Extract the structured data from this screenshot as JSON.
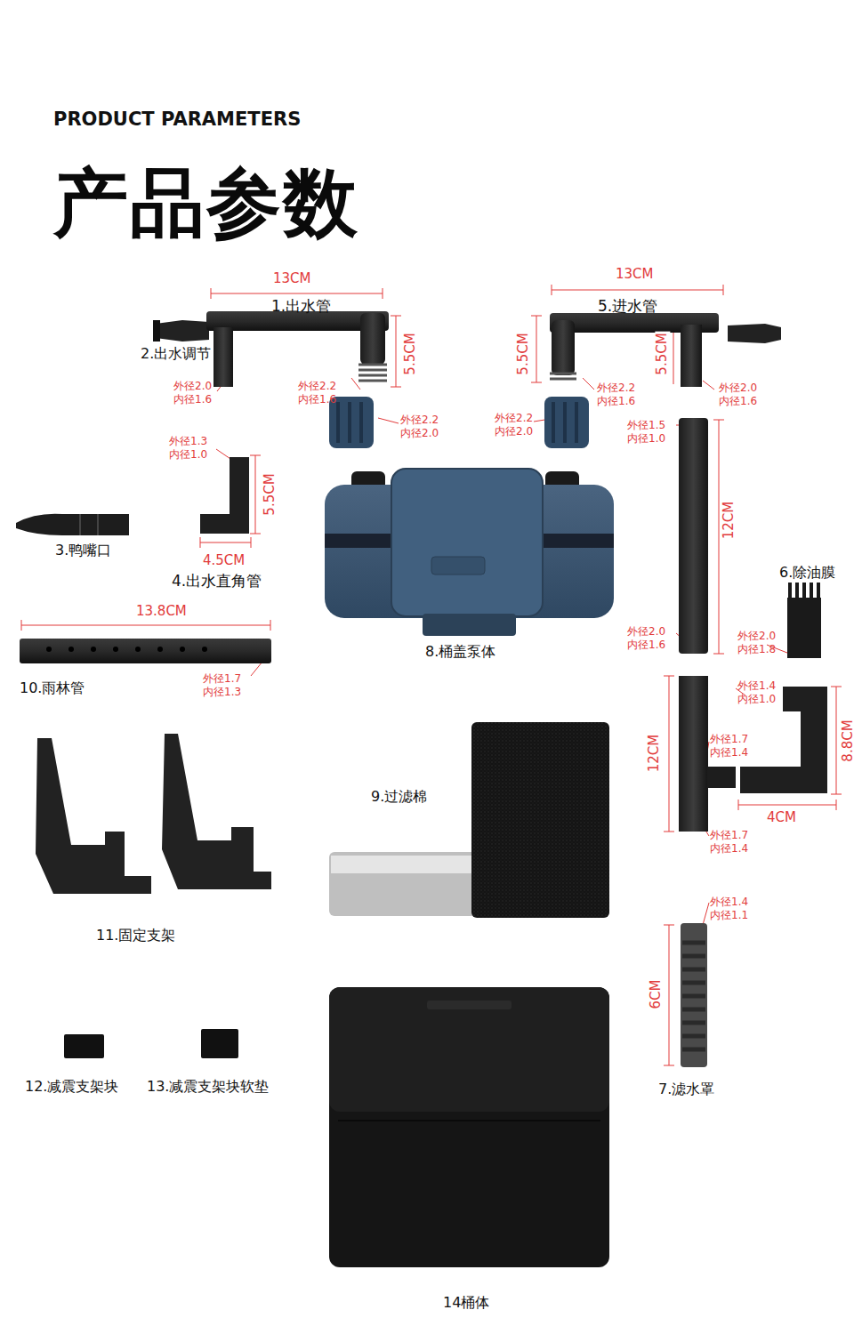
{
  "diagram": {
    "title": "产品参数",
    "labels": [
      "PRODUCT PARAMETERS",
      "13CM",
      "1.出水管",
      "2.出水调节",
      "5.5CM",
      "外径2.0",
      "内径1.6",
      "外径2.2",
      "内径1.6",
      "外径2.2",
      "内径2.0",
      "13CM",
      "5.进水管",
      "5.5CM",
      "5.5CM",
      "外径2.2",
      "内径1.6",
      "外径2.0",
      "内径1.6",
      "外径2.2",
      "内径2.0",
      "外径1.3",
      "内径1.0",
      "5.5CM",
      "3.鸭嘴口",
      "4.5CM",
      "4.出水直角管",
      "外径1.5",
      "内径1.0",
      "12CM",
      "6.除油膜",
      "13.8CM",
      "8.桶盖泵体",
      "外径2.0",
      "内径1.6",
      "外径2.0",
      "内径1.8",
      "外径1.7",
      "内径1.3",
      "10.雨林管",
      "外径1.4",
      "内径1.0",
      "外径1.7",
      "内径1.4",
      "12CM",
      "8.8CM",
      "4CM",
      "9.过滤棉",
      "外径1.7",
      "内径1.4",
      "11.固定支架",
      "外径1.4",
      "内径1.1",
      "6CM",
      "12.减震支架块",
      "13.减震支架块软垫",
      "7.滤水罩",
      "14桶体"
    ]
  }
}
